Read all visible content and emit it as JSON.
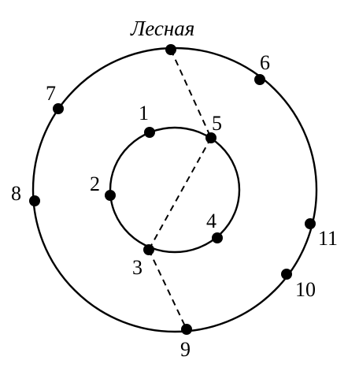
{
  "title": "Лесная",
  "stations": [
    {
      "id": "1",
      "label": "1",
      "ring": "inner"
    },
    {
      "id": "2",
      "label": "2",
      "ring": "inner"
    },
    {
      "id": "3",
      "label": "3",
      "ring": "inner"
    },
    {
      "id": "4",
      "label": "4",
      "ring": "inner"
    },
    {
      "id": "5",
      "label": "5",
      "ring": "inner"
    },
    {
      "id": "6",
      "label": "6",
      "ring": "outer"
    },
    {
      "id": "7",
      "label": "7",
      "ring": "outer"
    },
    {
      "id": "8",
      "label": "8",
      "ring": "outer"
    },
    {
      "id": "9",
      "label": "9",
      "ring": "outer"
    },
    {
      "id": "10",
      "label": "10",
      "ring": "outer"
    },
    {
      "id": "11",
      "label": "11",
      "ring": "outer"
    },
    {
      "id": "lesnaya",
      "label": "",
      "ring": "outer"
    }
  ],
  "connections": [
    [
      "lesnaya",
      "5"
    ],
    [
      "5",
      "3"
    ],
    [
      "3",
      "9"
    ]
  ]
}
